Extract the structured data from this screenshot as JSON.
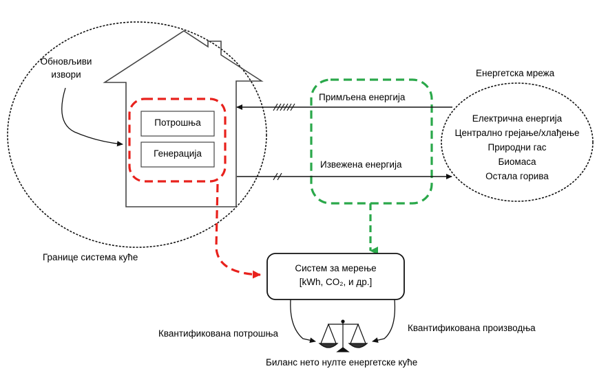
{
  "labels": {
    "renewables_line1": "Обновљиви",
    "renewables_line2": "извори",
    "grid_title": "Енергетска мрежа",
    "received_energy": "Примљена енергија",
    "exported_energy": "Извежена енергија",
    "consumption": "Потрошња",
    "generation": "Генерација",
    "house_boundary": "Границе система куће",
    "metering_line1": "Систем за мерење",
    "metering_line2": "[kWh, CO₂, и др.]",
    "quantified_consumption": "Квантификована потрошња",
    "quantified_production": "Квантификована производња",
    "balance_caption": "Биланс нето нулте енергетске куће"
  },
  "grid_items": [
    "Електрична енергија",
    "Централно грејање/хлађење",
    "Природни гас",
    "Биомаса",
    "Остала горива"
  ],
  "colors": {
    "red_dash": "#e8211c",
    "green_dash": "#2aa84a",
    "line": "#111111"
  }
}
